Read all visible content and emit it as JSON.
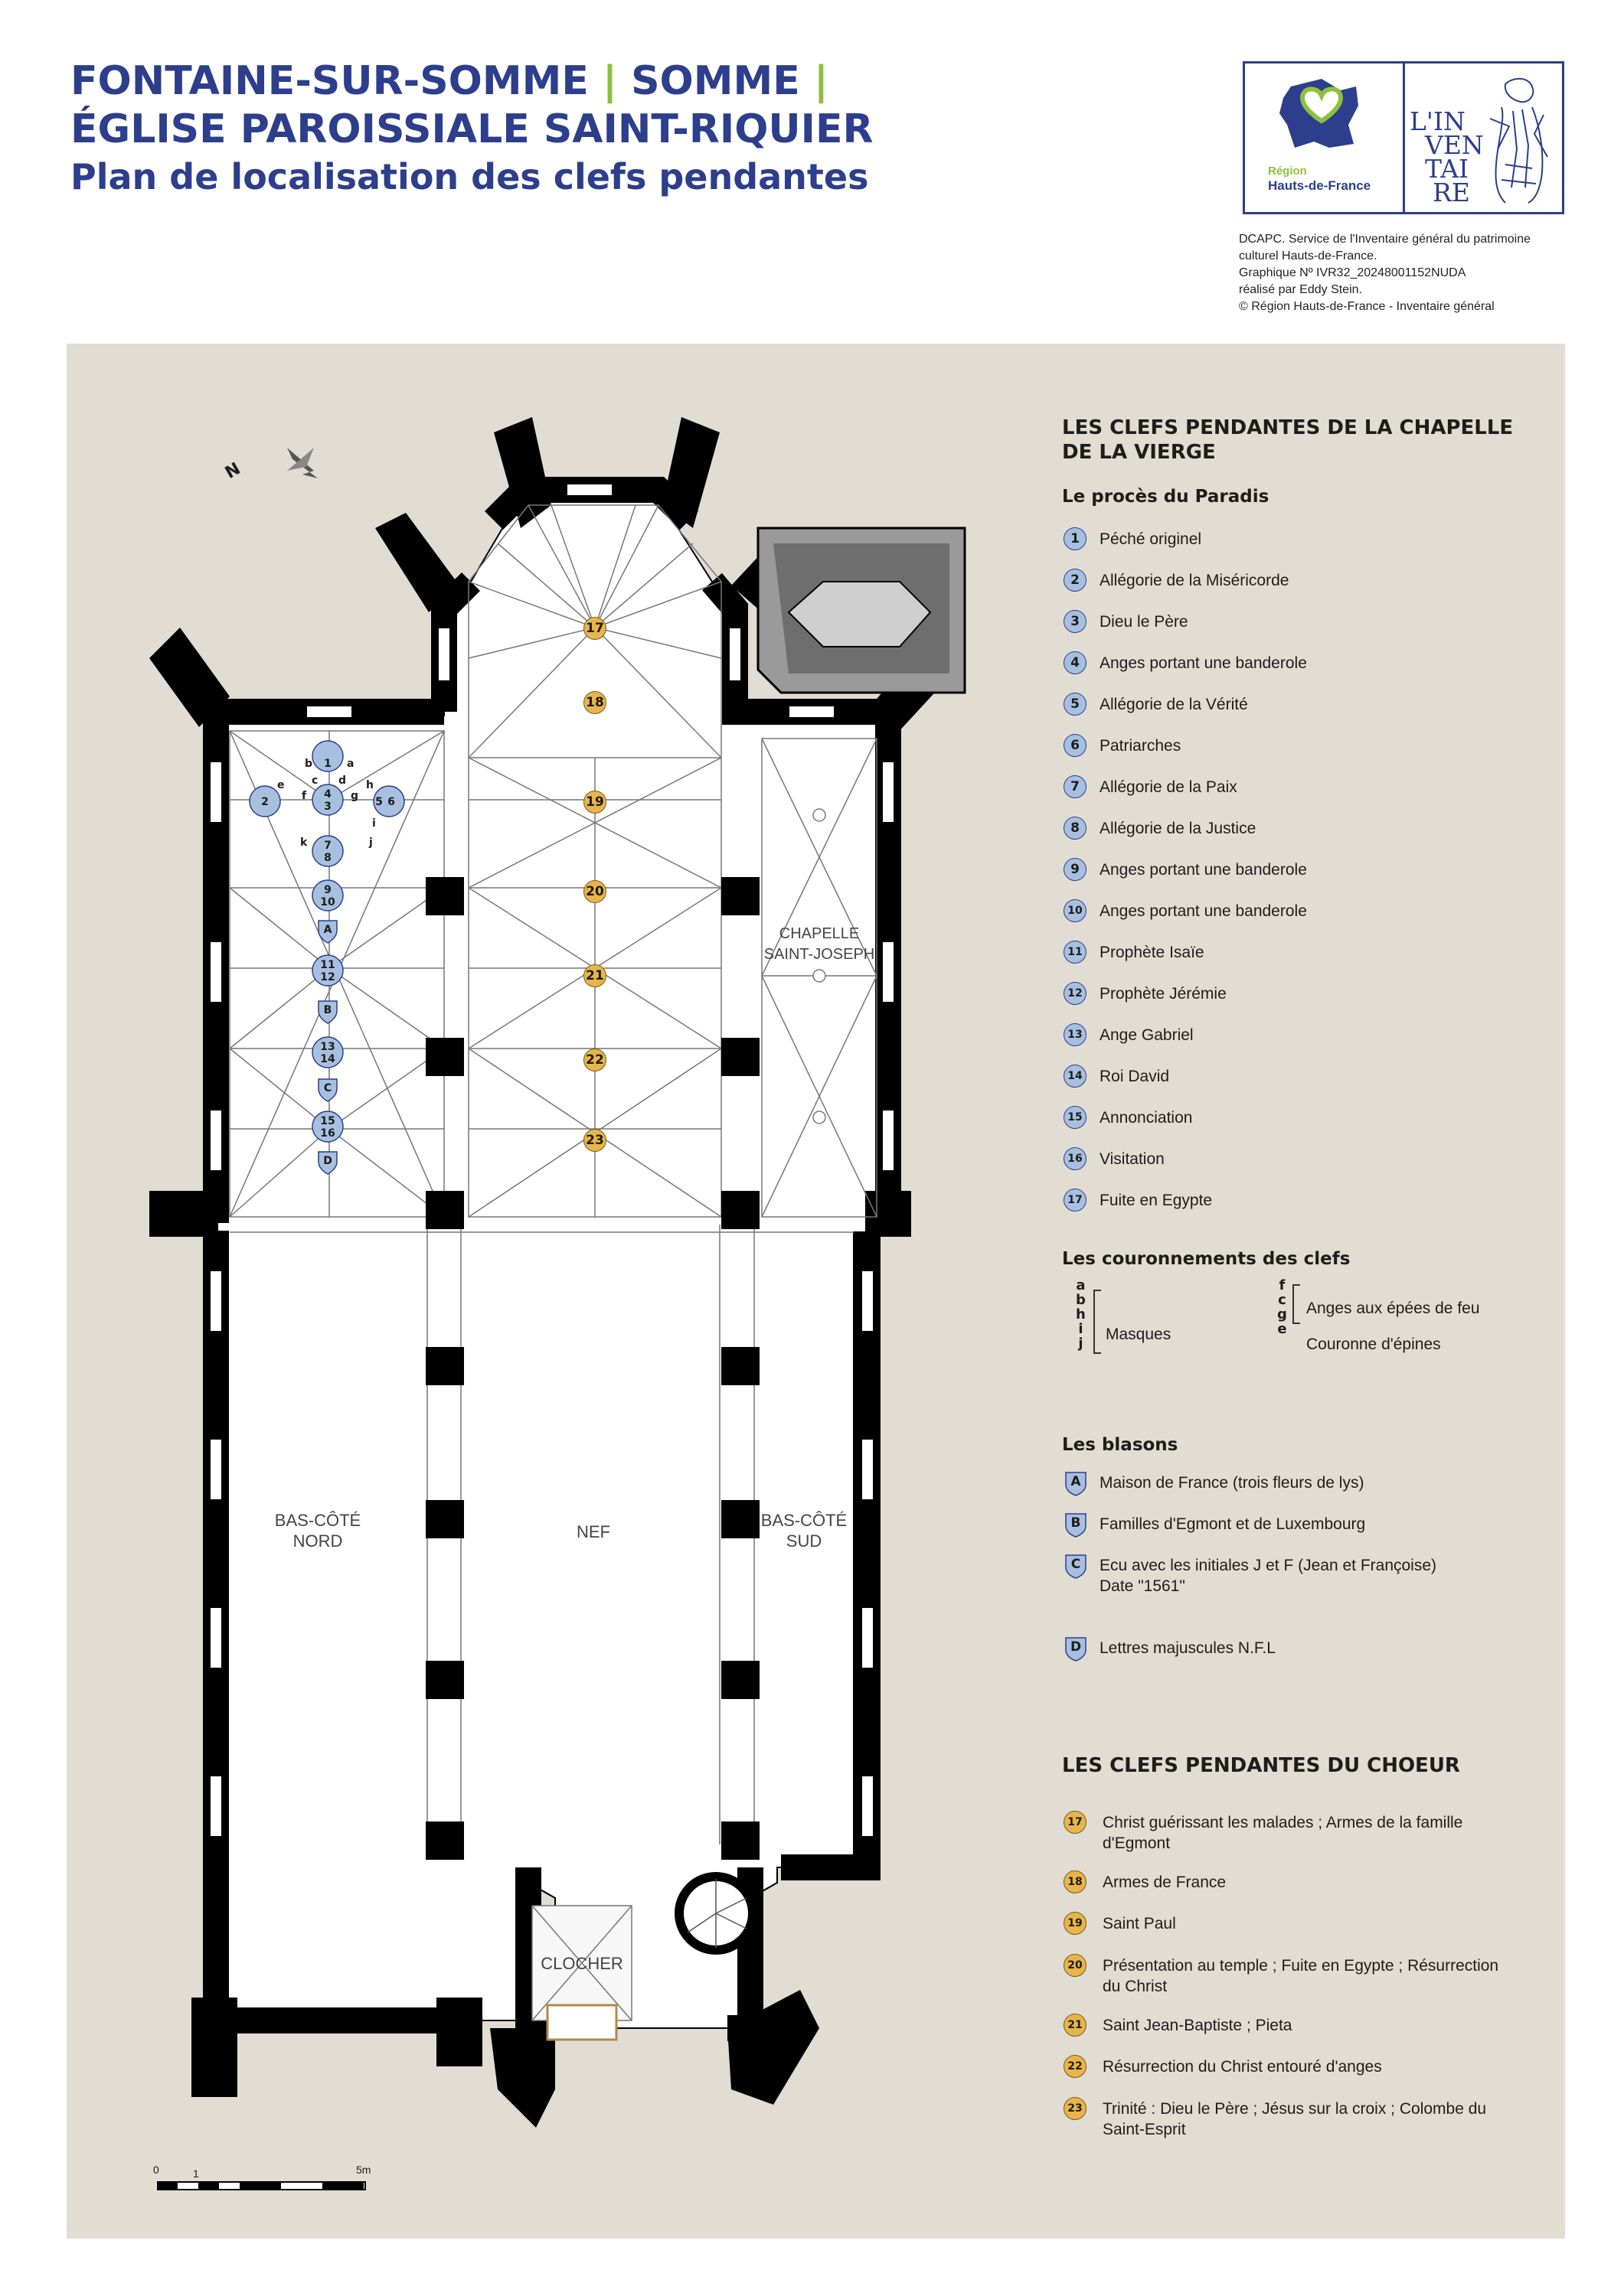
{
  "header": {
    "title_line1_a": "FONTAINE-SUR-SOMME",
    "title_line1_sep1": "|",
    "title_line1_b": "SOMME",
    "title_line1_sep2": "|",
    "title_line2": "ÉGLISE PAROISSIALE SAINT-RIQUIER",
    "title_line3": "Plan de localisation des clefs pendantes"
  },
  "logo": {
    "region_line1": "Région",
    "region_line2": "Hauts-de-France",
    "inventaire_l1": "L'IN",
    "inventaire_l2": "VEN",
    "inventaire_l3": "TAI",
    "inventaire_l4": "RE"
  },
  "credits": [
    "DCAPC. Service de l'Inventaire général du patrimoine",
    "culturel Hauts-de-France.",
    "Graphique Nº IVR32_20248001152NUDA",
    "réalisé par Eddy Stein.",
    "© Région Hauts-de-France - Inventaire général"
  ],
  "plan": {
    "north": "N",
    "rooms": {
      "bas_cote_nord_1": "BAS-CÔTÉ",
      "bas_cote_nord_2": "NORD",
      "nef": "NEF",
      "bas_cote_sud_1": "BAS-CÔTÉ",
      "bas_cote_sud_2": "SUD",
      "chapelle_1": "CHAPELLE",
      "chapelle_2": "SAINT-JOSEPH",
      "clocher": "CLOCHER"
    },
    "scale": {
      "zero": "0",
      "one": "1",
      "five": "5m"
    }
  },
  "legend": {
    "vierge_title_1": "LES CLEFS PENDANTES DE LA CHAPELLE",
    "vierge_title_2": "DE LA VIERGE",
    "proces_title": "Le procès du Paradis",
    "proces_items": [
      {
        "n": "1",
        "label": "Péché originel"
      },
      {
        "n": "2",
        "label": "Allégorie de la Miséricorde"
      },
      {
        "n": "3",
        "label": "Dieu le Père"
      },
      {
        "n": "4",
        "label": "Anges portant une banderole"
      },
      {
        "n": "5",
        "label": "Allégorie de la Vérité"
      },
      {
        "n": "6",
        "label": "Patriarches"
      },
      {
        "n": "7",
        "label": "Allégorie de la Paix"
      },
      {
        "n": "8",
        "label": "Allégorie de la Justice"
      },
      {
        "n": "9",
        "label": "Anges portant une banderole"
      },
      {
        "n": "10",
        "label": "Anges portant une banderole"
      },
      {
        "n": "11",
        "label": "Prophète Isaïe"
      },
      {
        "n": "12",
        "label": "Prophète Jérémie"
      },
      {
        "n": "13",
        "label": "Ange Gabriel"
      },
      {
        "n": "14",
        "label": "Roi David"
      },
      {
        "n": "15",
        "label": "Annonciation"
      },
      {
        "n": "16",
        "label": "Visitation"
      },
      {
        "n": "17",
        "label": "Fuite en Egypte"
      }
    ],
    "couronnements_title": "Les couronnements des clefs",
    "masques_letters": [
      "a",
      "b",
      "h",
      "i",
      "j"
    ],
    "masques_label": "Masques",
    "anges_letters": [
      "f",
      "c",
      "g"
    ],
    "anges_label": "Anges aux épées de feu",
    "couronne_letter": "e",
    "couronne_label": "Couronne d'épines",
    "blasons_title": "Les blasons",
    "blasons": [
      {
        "l": "A",
        "label": "Maison de France (trois fleurs de lys)"
      },
      {
        "l": "B",
        "label": "Familles d'Egmont et de Luxembourg"
      },
      {
        "l": "C",
        "label": "Ecu avec les initiales J et F (Jean et Françoise)",
        "label2": "Date \"1561\""
      },
      {
        "l": "D",
        "label": "Lettres majuscules N.F.L"
      }
    ],
    "choeur_title": "LES CLEFS PENDANTES DU CHOEUR",
    "choeur_items": [
      {
        "n": "17",
        "label": "Christ guérissant les malades ; Armes de la famille",
        "label2": "d'Egmont"
      },
      {
        "n": "18",
        "label": "Armes de France"
      },
      {
        "n": "19",
        "label": "Saint Paul"
      },
      {
        "n": "20",
        "label": "Présentation au temple ; Fuite en Egypte ; Résurrection",
        "label2": "du Christ"
      },
      {
        "n": "21",
        "label": "Saint Jean-Baptiste ; Pieta"
      },
      {
        "n": "22",
        "label": "Résurrection du Christ entouré d'anges"
      },
      {
        "n": "23",
        "label": "Trinité : Dieu le Père ; Jésus sur la croix ; Colombe du",
        "label2": "Saint-Esprit"
      }
    ]
  },
  "colors": {
    "title_blue": "#2c3e8c",
    "separator_green": "#8fbf3c",
    "panel_beige": "#e2ddd3",
    "wall_black": "#000000",
    "key_blue": "#a8c0e0",
    "key_gold": "#e8b54a"
  }
}
